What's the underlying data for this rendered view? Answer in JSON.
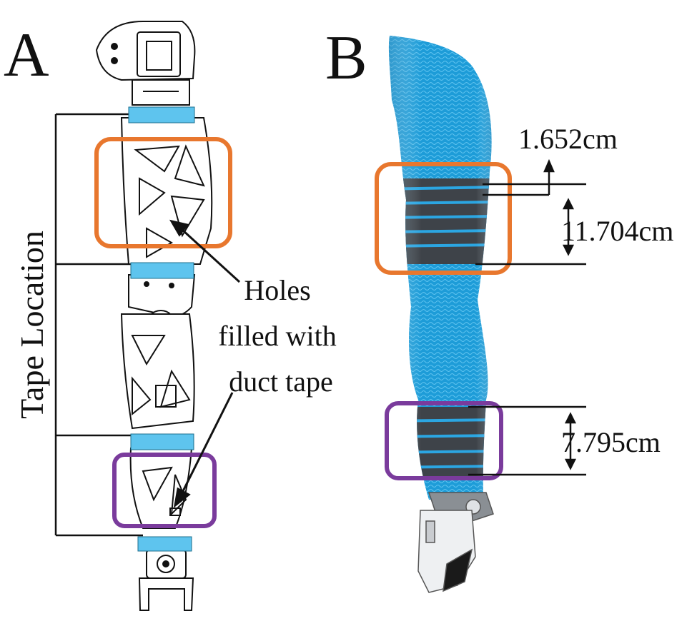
{
  "panels": {
    "a": {
      "letter": "A",
      "tape_axis_label": "Tape Location",
      "annotation": [
        "Holes",
        "filled with",
        "duct tape"
      ]
    },
    "b": {
      "letter": "B",
      "measurements": {
        "gap": "1.652cm",
        "upper_band": "11.704cm",
        "lower_band": "7.795cm"
      }
    }
  },
  "colors": {
    "tape": "#5ec4ee",
    "upper_highlight": "#e8772e",
    "lower_highlight": "#7a3b9c",
    "sleeve": "#1b9ad6",
    "band": "#3e4349",
    "stripe": "#2ba6e2"
  }
}
